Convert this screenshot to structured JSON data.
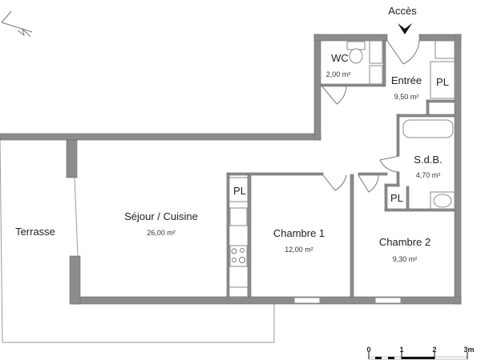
{
  "plan": {
    "access_label": "Accès",
    "rooms": [
      {
        "name": "WC",
        "area": "2,00 m²"
      },
      {
        "name": "Entrée",
        "area": "9,50 m²"
      },
      {
        "name": "S.d.B.",
        "area": "4,70 m²"
      },
      {
        "name": "Séjour / Cuisine",
        "area": "26,00 m²"
      },
      {
        "name": "Chambre 1",
        "area": "12,00 m²"
      },
      {
        "name": "Chambre 2",
        "area": "9,30 m²"
      },
      {
        "name": "Terrasse",
        "area": ""
      }
    ],
    "closets": [
      "PL",
      "PL",
      "PL"
    ],
    "scale": {
      "ticks": [
        "0",
        "1",
        "2",
        "3m"
      ]
    },
    "colors": {
      "wall": "#8c8c8c",
      "text": "#222222"
    }
  }
}
